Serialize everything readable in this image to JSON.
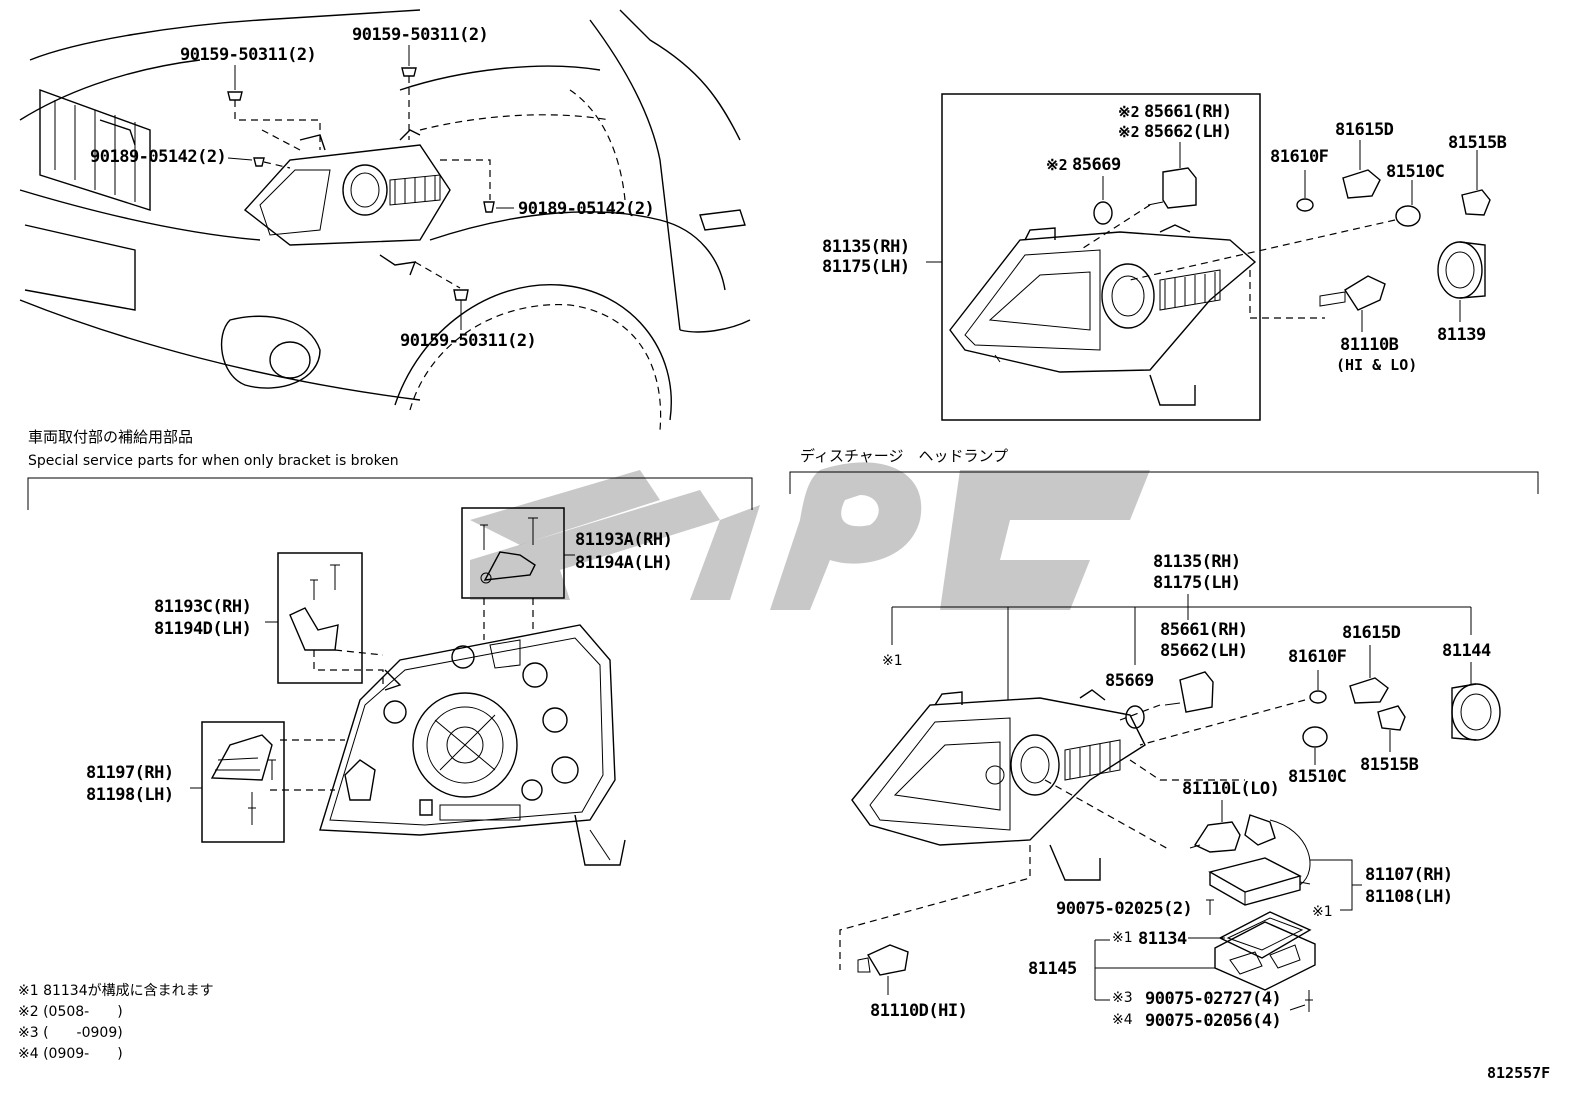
{
  "labels": {
    "top_bolt_left": "90159-50311(2)",
    "top_bolt_right": "90159-50311(2)",
    "clip_left": "90189-05142(2)",
    "clip_right": "90189-05142(2)",
    "bottom_bolt": "90159-50311(2)",
    "hl_top_rh": "81135(RH)",
    "hl_top_lh": "81175(LH)",
    "bulb_85661": "85661(RH)",
    "bulb_85662": "85662(LH)",
    "mark_2a": "※2",
    "mark_2b": "※2",
    "mark_2c": "※2",
    "ring_85669": "85669",
    "p81610F": "81610F",
    "p81615D": "81615D",
    "p81515B": "81515B",
    "p81510C": "81510C",
    "p81110B": "81110B",
    "p81110B_sub": "(HI & LO)",
    "p81139": "81139",
    "section_bracket_jp": "車両取付部の補給用部品",
    "section_bracket_en": "Special service parts for when only bracket is broken",
    "section_discharge_jp": "ディスチャージ　ヘッドランプ",
    "p81193A": "81193A(RH)",
    "p81194A": "81194A(LH)",
    "p81193C": "81193C(RH)",
    "p81194D": "81194D(LH)",
    "p81197": "81197(RH)",
    "p81198": "81198(LH)",
    "d_hl_rh": "81135(RH)",
    "d_hl_lh": "81175(LH)",
    "d_mark1": "※1",
    "d_85661": "85661(RH)",
    "d_85662": "85662(LH)",
    "d_85669": "85669",
    "d_81610F": "81610F",
    "d_81615D": "81615D",
    "d_81144": "81144",
    "d_81515B": "81515B",
    "d_81510C": "81510C",
    "d_81110L": "81110L(LO)",
    "d_81107": "81107(RH)",
    "d_81108": "81108(LH)",
    "d_mark1b": "※1",
    "d_90075a": "90075-02025(2)",
    "d_81134_mark": "※1",
    "d_81134": "81134",
    "d_81145": "81145",
    "d_mark3": "※3",
    "d_90075b": "90075-02727(4)",
    "d_mark4": "※4",
    "d_90075c": "90075-02056(4)",
    "d_81110D": "81110D(HI)",
    "note1": "※1 81134が構成に含まれます",
    "note2": "※2 (0508-　　)",
    "note3": "※3 (　　-0909)",
    "note4": "※4 (0909-　　)",
    "fig_no": "812557F"
  },
  "watermark_color": "#9a9a9a"
}
